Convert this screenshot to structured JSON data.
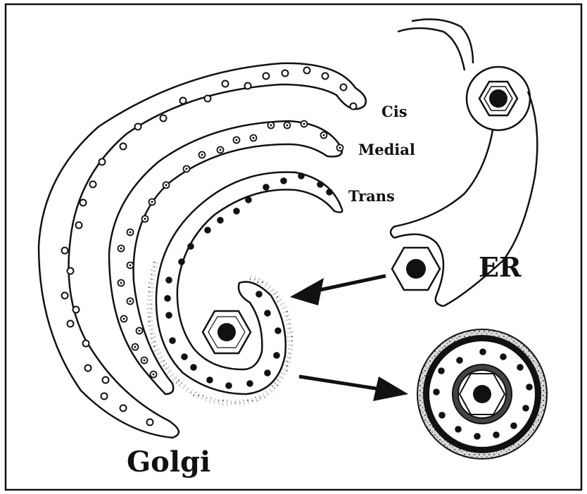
{
  "labels": {
    "cis": "Cis",
    "medial": "Medial",
    "trans": "Trans",
    "er": "ER",
    "golgi": "Golgi"
  },
  "colors": {
    "ink": "#111111",
    "background": "#ffffff",
    "coat": "#8a8a8a"
  }
}
